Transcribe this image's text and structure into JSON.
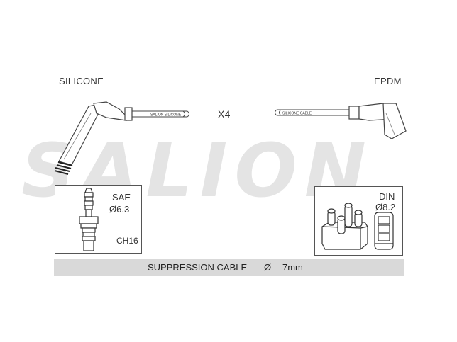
{
  "left_material": "SILICONE",
  "right_material": "EPDM",
  "quantity": "X4",
  "watermark": "SALION",
  "left_cable_print": "SALION SILICONE",
  "right_cable_print": "SILICONE CABLE",
  "left_box": {
    "title": "SAE",
    "size": "Ø6.3",
    "hex": "CH16"
  },
  "right_box": {
    "title": "DIN",
    "size": "Ø8.2"
  },
  "bottom_bar": {
    "text": "SUPPRESSION CABLE",
    "symbol": "Ø",
    "size": "7mm"
  }
}
